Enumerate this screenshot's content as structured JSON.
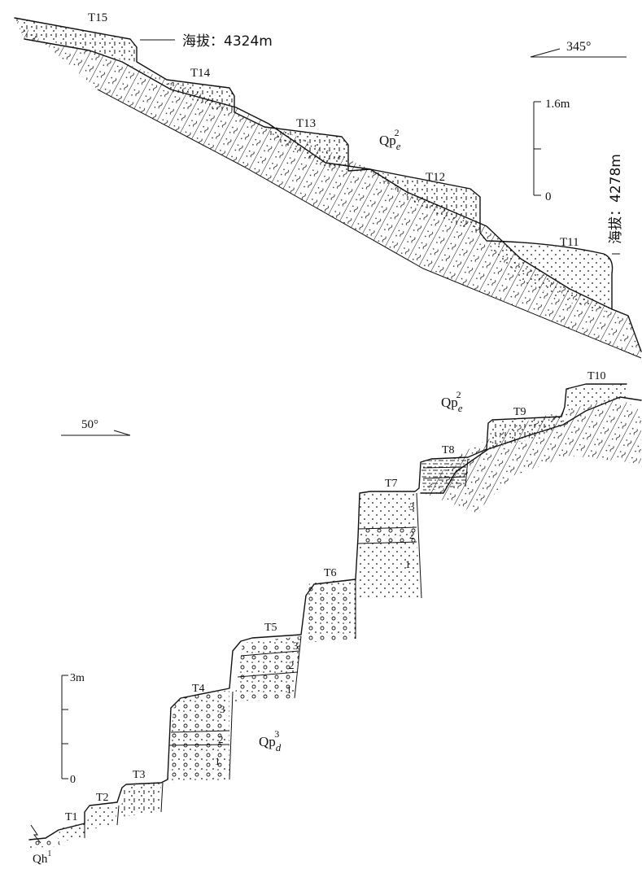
{
  "upper_profile": {
    "terraces": [
      "T15",
      "T14",
      "T13",
      "T12",
      "T11"
    ],
    "elevation_top": "海拔：4324m",
    "elevation_bottom": "海拔：4278m",
    "formation": {
      "base": "Qp",
      "sup": "2",
      "sub": "e"
    },
    "direction": "345°",
    "scale": {
      "top": "1.6m",
      "bottom": "0"
    }
  },
  "lower_profile": {
    "terraces": [
      "T10",
      "T9",
      "T8",
      "T7",
      "T6",
      "T5",
      "T4",
      "T3",
      "T2",
      "T1"
    ],
    "formation_upper": {
      "base": "Qp",
      "sup": "2",
      "sub": "e"
    },
    "formation_lower": {
      "base": "Qp",
      "sup": "3",
      "sub": "d"
    },
    "formation_river": {
      "base": "Qh",
      "sup": "1"
    },
    "direction": "50°",
    "scale": {
      "top": "3m",
      "bottom": "0"
    },
    "layer_numbers": {
      "t7": [
        "3",
        "2",
        "1"
      ],
      "t5": [
        "3",
        "2",
        "1"
      ],
      "t4": [
        "3",
        "2",
        "1"
      ]
    }
  }
}
